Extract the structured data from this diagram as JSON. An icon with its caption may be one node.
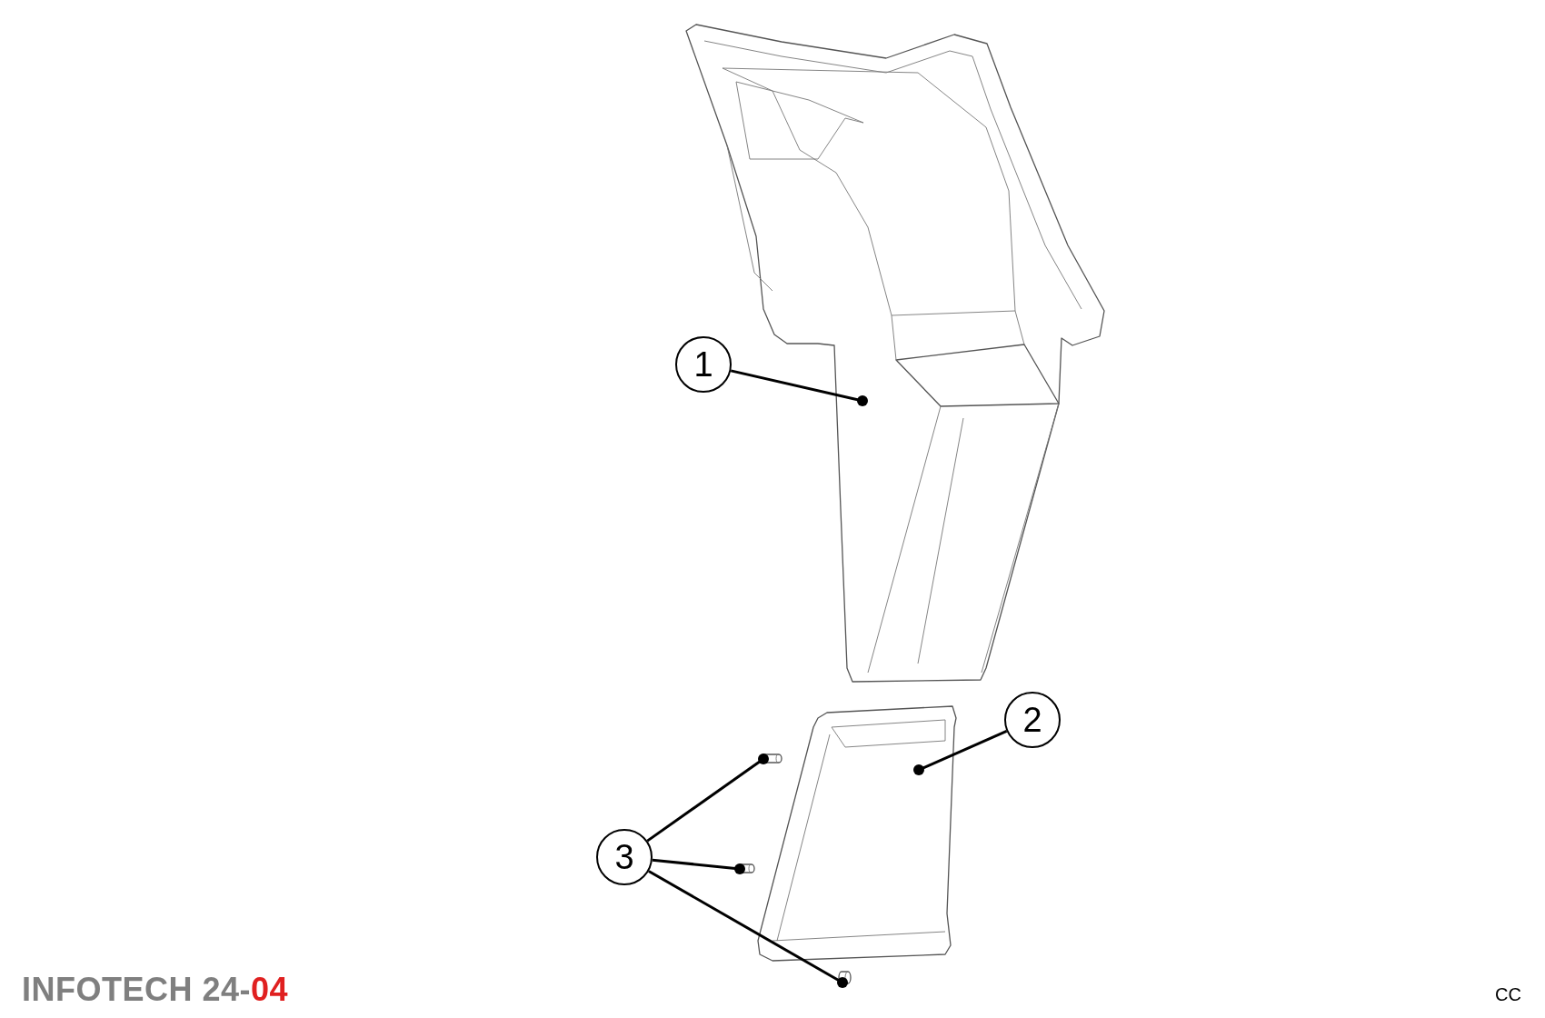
{
  "diagram": {
    "nodes": [
      {
        "text": [
          "1"
        ]
      },
      {
        "text": [],
        "shape": "picture"
      },
      {
        "text": [
          "2"
        ]
      },
      {
        "text": [],
        "shape": "picture"
      },
      {
        "text": [
          "3"
        ]
      },
      {
        "text": [],
        "shape": "cylinder"
      },
      {
        "text": [],
        "shape": "cylinder"
      },
      {
        "text": [],
        "shape": "cylinder"
      }
    ],
    "edges": [
      {
        "from": 0,
        "to": 1,
        "arrow": "other"
      },
      {
        "from": 2,
        "to": 3,
        "arrow": "other"
      },
      {
        "from": 4,
        "to": 5,
        "arrow": "other"
      },
      {
        "from": 4,
        "to": 6,
        "arrow": "other"
      },
      {
        "from": 4,
        "to": 7,
        "arrow": "other"
      }
    ],
    "labels": [
      "INFOTECH 24-04",
      "CC"
    ]
  }
}
